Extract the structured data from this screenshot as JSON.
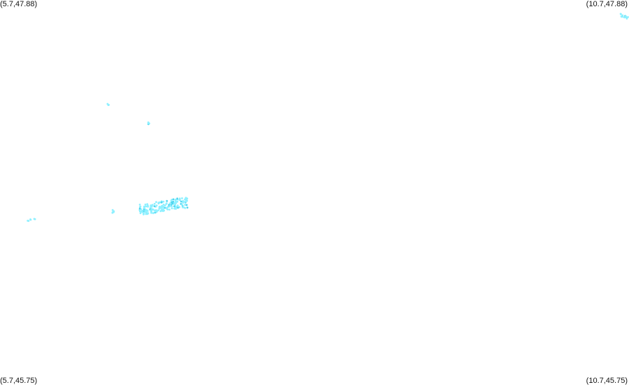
{
  "corners": {
    "top_left": "(5.7,47.88)",
    "top_right": "(10.7,47.88)",
    "bottom_left": "(5.7,45.75)",
    "bottom_right": "(10.7,45.75)"
  },
  "extent": {
    "lon_min": 5.7,
    "lon_max": 10.7,
    "lat_min": 45.75,
    "lat_max": 47.88
  },
  "colors": {
    "background": "#ffffff",
    "points": "#8ef0ff",
    "points_dark": "#4fd6f0",
    "label_text": "#111111"
  },
  "point_clusters": [
    {
      "name": "cluster-northeast",
      "lon": 10.67,
      "lat": 47.79,
      "spread_lon": 0.04,
      "spread_lat": 0.015,
      "count": 14
    },
    {
      "name": "cluster-small-1",
      "lon": 6.56,
      "lat": 47.3,
      "spread_lon": 0.006,
      "spread_lat": 0.006,
      "count": 3
    },
    {
      "name": "cluster-small-2",
      "lon": 6.88,
      "lat": 47.2,
      "spread_lon": 0.007,
      "spread_lat": 0.008,
      "count": 5
    },
    {
      "name": "cluster-main",
      "lon": 7.0,
      "lat": 46.74,
      "spread_lon": 0.19,
      "spread_lat": 0.03,
      "count": 180,
      "slope": 0.11
    },
    {
      "name": "cluster-small-3",
      "lon": 6.6,
      "lat": 46.71,
      "spread_lon": 0.006,
      "spread_lat": 0.012,
      "count": 5
    },
    {
      "name": "cluster-west",
      "lon": 5.95,
      "lat": 46.67,
      "spread_lon": 0.03,
      "spread_lat": 0.01,
      "count": 6,
      "slope": 0.2
    }
  ]
}
